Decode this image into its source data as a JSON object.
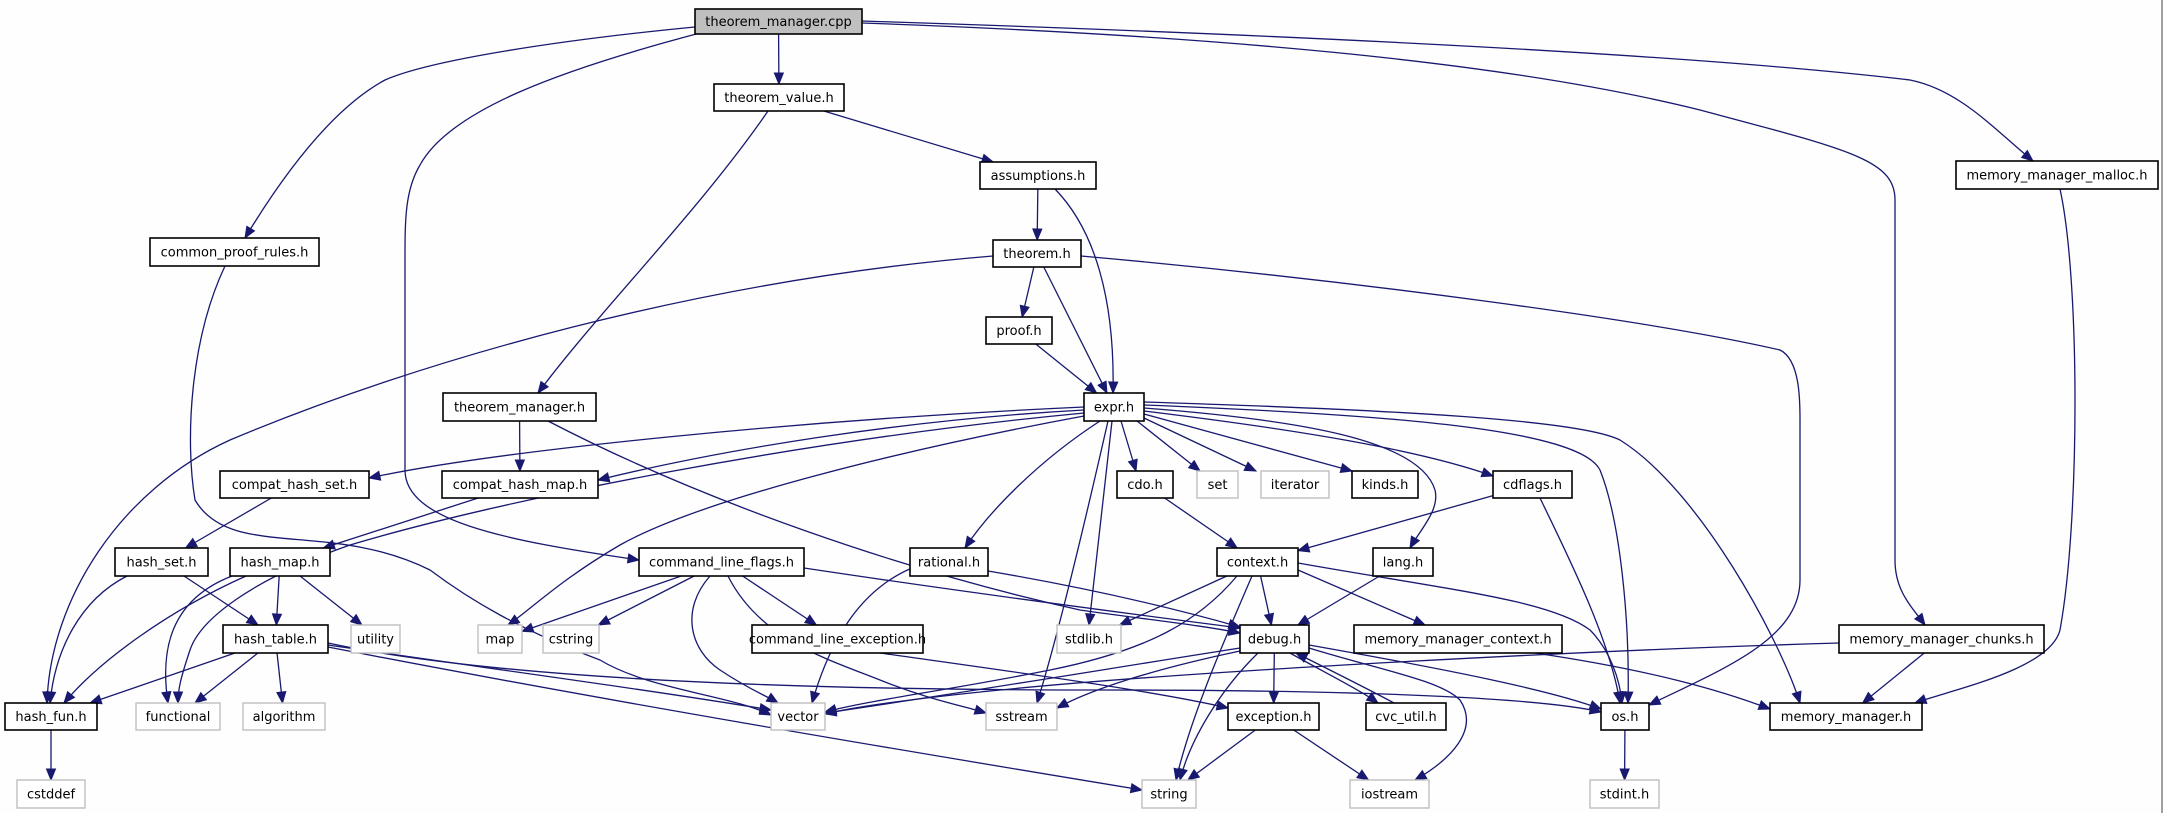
{
  "title": "theorem_manager.cpp include dependency graph",
  "colors": {
    "edge": "#191970",
    "root_fill": "#bfbfbf",
    "system_border": "#bfbfbf",
    "local_border": "#000000"
  },
  "nodes": [
    {
      "id": "theorem_manager_cpp",
      "label": "theorem_manager.cpp",
      "kind": "root"
    },
    {
      "id": "theorem_value_h",
      "label": "theorem_value.h",
      "kind": "local"
    },
    {
      "id": "assumptions_h",
      "label": "assumptions.h",
      "kind": "local"
    },
    {
      "id": "theorem_h",
      "label": "theorem.h",
      "kind": "local"
    },
    {
      "id": "proof_h",
      "label": "proof.h",
      "kind": "local"
    },
    {
      "id": "expr_h",
      "label": "expr.h",
      "kind": "local"
    },
    {
      "id": "common_proof_rules_h",
      "label": "common_proof_rules.h",
      "kind": "local"
    },
    {
      "id": "memory_manager_malloc_h",
      "label": "memory_manager_malloc.h",
      "kind": "local"
    },
    {
      "id": "theorem_manager_h",
      "label": "theorem_manager.h",
      "kind": "local"
    },
    {
      "id": "compat_hash_set_h",
      "label": "compat_hash_set.h",
      "kind": "local"
    },
    {
      "id": "compat_hash_map_h",
      "label": "compat_hash_map.h",
      "kind": "local"
    },
    {
      "id": "hash_set_h",
      "label": "hash_set.h",
      "kind": "local"
    },
    {
      "id": "hash_map_h",
      "label": "hash_map.h",
      "kind": "local"
    },
    {
      "id": "command_line_flags_h",
      "label": "command_line_flags.h",
      "kind": "local"
    },
    {
      "id": "rational_h",
      "label": "rational.h",
      "kind": "local"
    },
    {
      "id": "cdo_h",
      "label": "cdo.h",
      "kind": "local"
    },
    {
      "id": "set",
      "label": "set",
      "kind": "system"
    },
    {
      "id": "iterator",
      "label": "iterator",
      "kind": "system"
    },
    {
      "id": "kinds_h",
      "label": "kinds.h",
      "kind": "local"
    },
    {
      "id": "cdflags_h",
      "label": "cdflags.h",
      "kind": "local"
    },
    {
      "id": "context_h",
      "label": "context.h",
      "kind": "local"
    },
    {
      "id": "lang_h",
      "label": "lang.h",
      "kind": "local"
    },
    {
      "id": "hash_table_h",
      "label": "hash_table.h",
      "kind": "local"
    },
    {
      "id": "utility",
      "label": "utility",
      "kind": "system"
    },
    {
      "id": "hash_fun_h",
      "label": "hash_fun.h",
      "kind": "local"
    },
    {
      "id": "functional",
      "label": "functional",
      "kind": "system"
    },
    {
      "id": "algorithm",
      "label": "algorithm",
      "kind": "system"
    },
    {
      "id": "cstddef",
      "label": "cstddef",
      "kind": "system"
    },
    {
      "id": "map",
      "label": "map",
      "kind": "system"
    },
    {
      "id": "cstring",
      "label": "cstring",
      "kind": "system"
    },
    {
      "id": "command_line_exception_h",
      "label": "command_line_exception.h",
      "kind": "local"
    },
    {
      "id": "vector",
      "label": "vector",
      "kind": "system"
    },
    {
      "id": "sstream",
      "label": "sstream",
      "kind": "system"
    },
    {
      "id": "stdlib_h",
      "label": "stdlib.h",
      "kind": "system"
    },
    {
      "id": "debug_h",
      "label": "debug.h",
      "kind": "local"
    },
    {
      "id": "memory_manager_context_h",
      "label": "memory_manager_context.h",
      "kind": "local"
    },
    {
      "id": "exception_h",
      "label": "exception.h",
      "kind": "local"
    },
    {
      "id": "cvc_util_h",
      "label": "cvc_util.h",
      "kind": "local"
    },
    {
      "id": "string",
      "label": "string",
      "kind": "system"
    },
    {
      "id": "iostream",
      "label": "iostream",
      "kind": "system"
    },
    {
      "id": "os_h",
      "label": "os.h",
      "kind": "local"
    },
    {
      "id": "stdint_h",
      "label": "stdint.h",
      "kind": "system"
    },
    {
      "id": "memory_manager_chunks_h",
      "label": "memory_manager_chunks.h",
      "kind": "local"
    },
    {
      "id": "memory_manager_h",
      "label": "memory_manager.h",
      "kind": "local"
    }
  ],
  "edges": [
    [
      "theorem_manager_cpp",
      "theorem_value_h"
    ],
    [
      "theorem_manager_cpp",
      "common_proof_rules_h"
    ],
    [
      "theorem_manager_cpp",
      "command_line_flags_h"
    ],
    [
      "theorem_manager_cpp",
      "memory_manager_chunks_h"
    ],
    [
      "theorem_manager_cpp",
      "memory_manager_malloc_h"
    ],
    [
      "theorem_value_h",
      "assumptions_h"
    ],
    [
      "theorem_value_h",
      "theorem_manager_h"
    ],
    [
      "assumptions_h",
      "theorem_h"
    ],
    [
      "assumptions_h",
      "expr_h"
    ],
    [
      "theorem_h",
      "proof_h"
    ],
    [
      "theorem_h",
      "expr_h"
    ],
    [
      "theorem_h",
      "hash_fun_h"
    ],
    [
      "theorem_h",
      "os_h"
    ],
    [
      "proof_h",
      "expr_h"
    ],
    [
      "common_proof_rules_h",
      "vector"
    ],
    [
      "memory_manager_malloc_h",
      "memory_manager_h"
    ],
    [
      "theorem_manager_h",
      "compat_hash_map_h"
    ],
    [
      "theorem_manager_h",
      "debug_h"
    ],
    [
      "expr_h",
      "compat_hash_set_h"
    ],
    [
      "expr_h",
      "compat_hash_map_h"
    ],
    [
      "expr_h",
      "functional"
    ],
    [
      "expr_h",
      "map"
    ],
    [
      "expr_h",
      "rational_h"
    ],
    [
      "expr_h",
      "sstream"
    ],
    [
      "expr_h",
      "stdlib_h"
    ],
    [
      "expr_h",
      "cdo_h"
    ],
    [
      "expr_h",
      "set"
    ],
    [
      "expr_h",
      "iterator"
    ],
    [
      "expr_h",
      "kinds_h"
    ],
    [
      "expr_h",
      "cdflags_h"
    ],
    [
      "expr_h",
      "lang_h"
    ],
    [
      "expr_h",
      "os_h"
    ],
    [
      "expr_h",
      "memory_manager_h"
    ],
    [
      "compat_hash_set_h",
      "hash_set_h"
    ],
    [
      "compat_hash_map_h",
      "hash_map_h"
    ],
    [
      "hash_set_h",
      "hash_fun_h"
    ],
    [
      "hash_set_h",
      "hash_table_h"
    ],
    [
      "hash_map_h",
      "hash_fun_h"
    ],
    [
      "hash_map_h",
      "functional"
    ],
    [
      "hash_map_h",
      "hash_table_h"
    ],
    [
      "hash_map_h",
      "utility"
    ],
    [
      "hash_table_h",
      "hash_fun_h"
    ],
    [
      "hash_table_h",
      "functional"
    ],
    [
      "hash_table_h",
      "algorithm"
    ],
    [
      "hash_table_h",
      "vector"
    ],
    [
      "hash_table_h",
      "string"
    ],
    [
      "hash_table_h",
      "os_h"
    ],
    [
      "hash_fun_h",
      "cstddef"
    ],
    [
      "command_line_flags_h",
      "map"
    ],
    [
      "command_line_flags_h",
      "cstring"
    ],
    [
      "command_line_flags_h",
      "vector"
    ],
    [
      "command_line_flags_h",
      "sstream"
    ],
    [
      "command_line_flags_h",
      "command_line_exception_h"
    ],
    [
      "command_line_flags_h",
      "debug_h"
    ],
    [
      "command_line_exception_h",
      "exception_h"
    ],
    [
      "rational_h",
      "vector"
    ],
    [
      "rational_h",
      "debug_h"
    ],
    [
      "cdo_h",
      "context_h"
    ],
    [
      "cdflags_h",
      "context_h"
    ],
    [
      "cdflags_h",
      "os_h"
    ],
    [
      "context_h",
      "stdlib_h"
    ],
    [
      "context_h",
      "vector"
    ],
    [
      "context_h",
      "string"
    ],
    [
      "context_h",
      "debug_h"
    ],
    [
      "context_h",
      "memory_manager_context_h"
    ],
    [
      "context_h",
      "os_h"
    ],
    [
      "lang_h",
      "debug_h"
    ],
    [
      "debug_h",
      "vector"
    ],
    [
      "debug_h",
      "sstream"
    ],
    [
      "debug_h",
      "string"
    ],
    [
      "debug_h",
      "exception_h"
    ],
    [
      "debug_h",
      "cvc_util_h"
    ],
    [
      "debug_h",
      "iostream"
    ],
    [
      "debug_h",
      "os_h"
    ],
    [
      "cvc_util_h",
      "debug_h"
    ],
    [
      "exception_h",
      "string"
    ],
    [
      "exception_h",
      "iostream"
    ],
    [
      "memory_manager_context_h",
      "memory_manager_h"
    ],
    [
      "memory_manager_chunks_h",
      "memory_manager_h"
    ],
    [
      "memory_manager_chunks_h",
      "vector"
    ],
    [
      "os_h",
      "stdint_h"
    ]
  ]
}
